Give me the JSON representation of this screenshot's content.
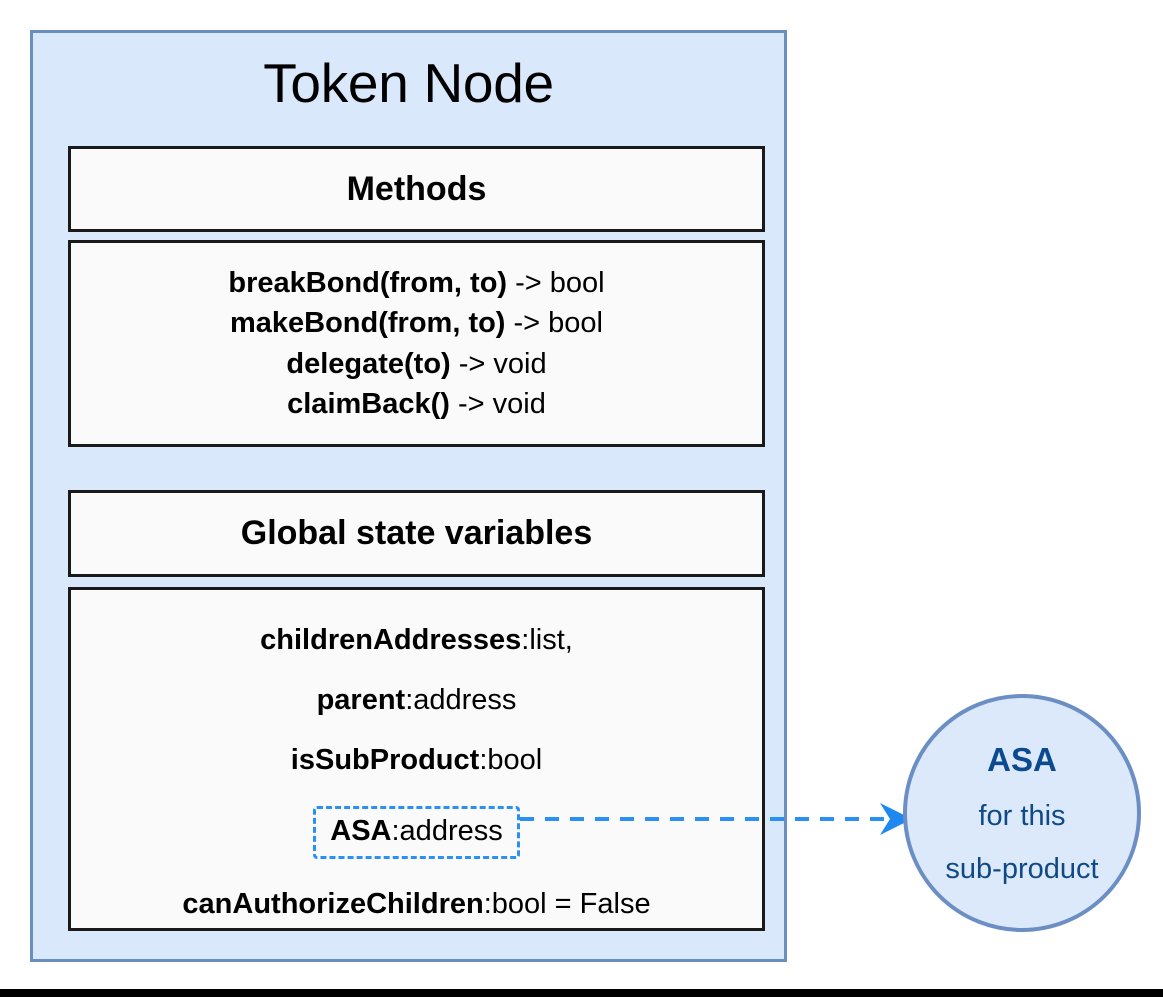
{
  "diagram": {
    "title": "Token Node",
    "sections": {
      "methods": {
        "header": "Methods",
        "items": [
          {
            "name": "breakBond(from, to)",
            "tail": " -> bool"
          },
          {
            "name": "makeBond(from, to)",
            "tail": " -> bool"
          },
          {
            "name": "delegate(to)",
            "tail": " -> void"
          },
          {
            "name": "claimBack()",
            "tail": " -> void"
          }
        ]
      },
      "state": {
        "header": "Global state variables",
        "items": [
          {
            "name": "childrenAddresses",
            "tail": ":list,",
            "highlighted": false
          },
          {
            "name": "parent",
            "tail": ":address",
            "highlighted": false
          },
          {
            "name": "isSubProduct",
            "tail": ":bool",
            "highlighted": false
          },
          {
            "name": "ASA",
            "tail": ":address",
            "highlighted": true
          },
          {
            "name": "canAuthorizeChildren",
            "tail": ":bool = False",
            "highlighted": false
          }
        ]
      }
    },
    "asa_node": {
      "title": "ASA",
      "line2": "for this",
      "line3": "sub-product"
    },
    "connector": {
      "label": "",
      "style": "dashed-arrow",
      "from": "ASA:address",
      "to": "ASA circle"
    },
    "colors": {
      "panel_fill": "#dae8fc",
      "panel_border": "#6c8ebf",
      "box_fill": "#fafafa",
      "box_border": "#1a1a1a",
      "highlight": "#2a90f5",
      "circle_fill": "#dce9fa",
      "circle_border": "#6b8ec4",
      "circle_text": "#0b4a8f"
    }
  }
}
